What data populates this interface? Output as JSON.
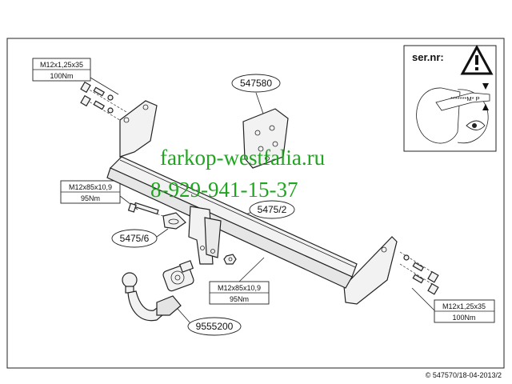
{
  "labels": {
    "bolt_top_left": {
      "line1": "M12x1,25x35",
      "line2": "100Nm"
    },
    "bolt_mid_left": {
      "line1": "M12x85x10,9",
      "line2": "95Nm"
    },
    "bolt_center": {
      "line1": "M12x85x10,9",
      "line2": "95Nm"
    },
    "bolt_right": {
      "line1": "M12x1,25x35",
      "line2": "100Nm"
    }
  },
  "callouts": {
    "bracket_plate": "547580",
    "clamp_right": "5475/2",
    "clamp_left": "5475/6",
    "tow_ball": "9555200"
  },
  "serial": {
    "label": "ser.nr:",
    "plate_text": "*******M* P"
  },
  "watermark": {
    "site": "farkop-westfalia.ru",
    "phone": "8-929-941-15-37"
  },
  "copyright": "© 547570/18-04-2013/2",
  "colors": {
    "watermark": "#1fa51f",
    "line": "#222222",
    "part_fill": "#f2f2f2"
  }
}
